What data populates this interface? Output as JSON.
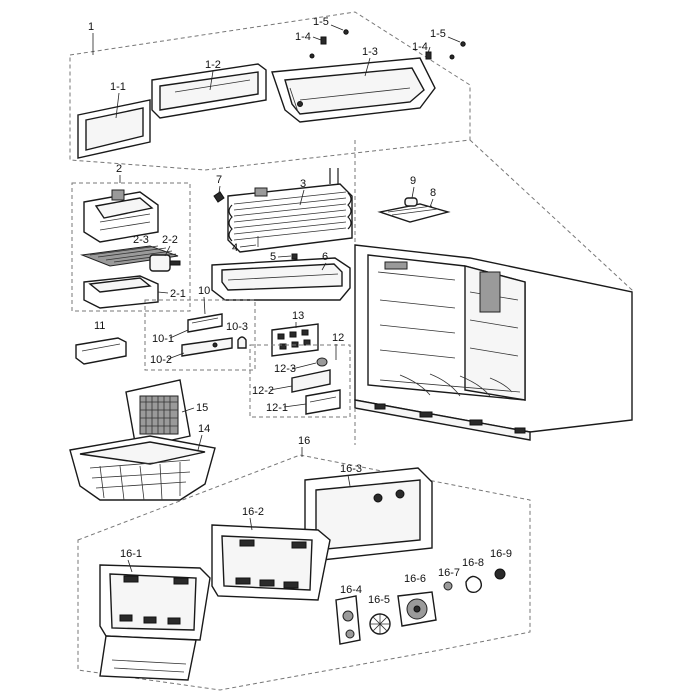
{
  "callouts": {
    "c1": "1",
    "c1_1": "1-1",
    "c1_2": "1-2",
    "c1_3": "1-3",
    "c1_4a": "1-4",
    "c1_4b": "1-4",
    "c1_5a": "1-5",
    "c1_5b": "1-5",
    "c2": "2",
    "c2_1": "2-1",
    "c2_2": "2-2",
    "c2_3": "2-3",
    "c3": "3",
    "c4": "4",
    "c5": "5",
    "c6": "6",
    "c7": "7",
    "c8": "8",
    "c9": "9",
    "c10": "10",
    "c10_1": "10-1",
    "c10_2": "10-2",
    "c10_3": "10-3",
    "c11": "11",
    "c12": "12",
    "c12_1": "12-1",
    "c12_2": "12-2",
    "c12_3": "12-3",
    "c13": "13",
    "c14": "14",
    "c15": "15",
    "c16": "16",
    "c16_1": "16-1",
    "c16_2": "16-2",
    "c16_3": "16-3",
    "c16_4": "16-4",
    "c16_5": "16-5",
    "c16_6": "16-6",
    "c16_7": "16-7",
    "c16_8": "16-8",
    "c16_9": "16-9"
  }
}
